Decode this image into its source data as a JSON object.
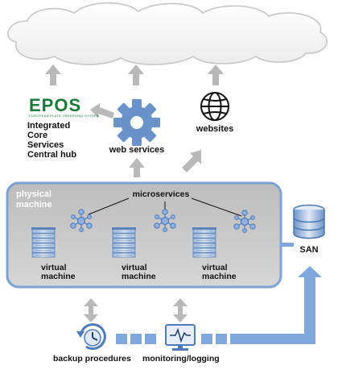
{
  "epos": {
    "logo": "EPOS",
    "subtitle": "EUROPEAN PLATE OBSERVING SYSTEM",
    "lines": [
      "Integrated",
      "Core",
      "Services",
      "Central hub"
    ]
  },
  "web_services_label": "web services",
  "websites_label": "websites",
  "physical_machine": {
    "line1": "physical",
    "line2": "machine"
  },
  "microservices_label": "microservices",
  "vms": [
    {
      "line1": "virtual",
      "line2": "machine"
    },
    {
      "line1": "virtual",
      "line2": "machine"
    },
    {
      "line1": "virtual",
      "line2": "machine"
    }
  ],
  "san_label": "SAN",
  "backup_label": "backup procedures",
  "monitoring_label": "monitoring/logging",
  "colors": {
    "cloud_fill": "#f2f2f2",
    "cloud_stroke": "#c8c8c8",
    "arrow_gray": "#b8b8b8",
    "gear_blue": "#6a93c9",
    "machine_fill": "#c9c9c9",
    "machine_stroke": "#7ea3d3",
    "epos_green": "#1a7a3a",
    "connector_blue": "#7fa8dc"
  }
}
